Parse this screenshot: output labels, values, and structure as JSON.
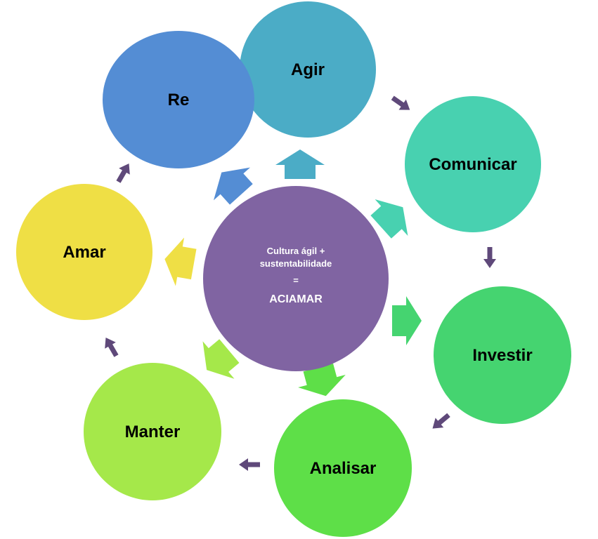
{
  "center": {
    "line1": "Cultura ágil +",
    "line2": "sustentabilidade",
    "line3": "=",
    "line4": "ACIAMAR",
    "color": "#8064A2"
  },
  "nodes": [
    {
      "id": "re",
      "label": "Re",
      "color": "#548DD4"
    },
    {
      "id": "agir",
      "label": "Agir",
      "color": "#4BACC6"
    },
    {
      "id": "comunicar",
      "label": "Comunicar",
      "color": "#48D1B0"
    },
    {
      "id": "investir",
      "label": "Investir",
      "color": "#45D470"
    },
    {
      "id": "analisar",
      "label": "Analisar",
      "color": "#5EDF48"
    },
    {
      "id": "manter",
      "label": "Manter",
      "color": "#A5E84A"
    },
    {
      "id": "amar",
      "label": "Amar",
      "color": "#EFDF45"
    }
  ],
  "connector_color": "#5F497A"
}
